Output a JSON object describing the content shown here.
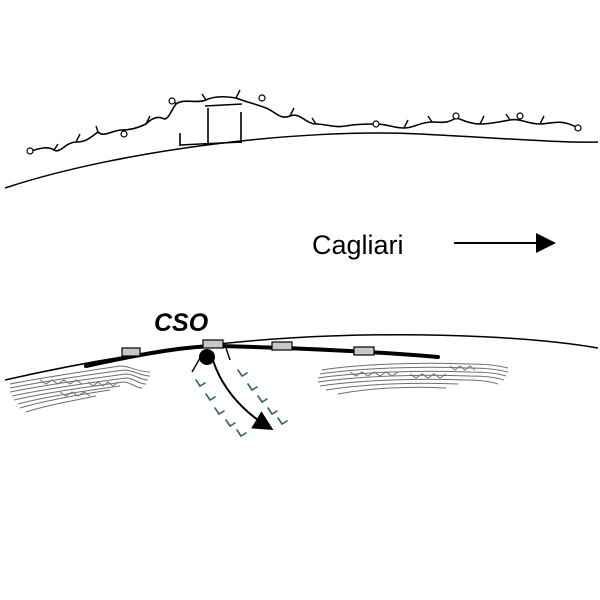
{
  "labels": {
    "city": "Cagliari",
    "station": "CSO"
  },
  "colors": {
    "line": "#000000",
    "sediment": "#6e6e6e",
    "instrument_fill": "#c8c8c8",
    "sensor_marks": "#2e6b3f",
    "background": "#ffffff"
  },
  "legend": {
    "arrow_direction": "right"
  }
}
